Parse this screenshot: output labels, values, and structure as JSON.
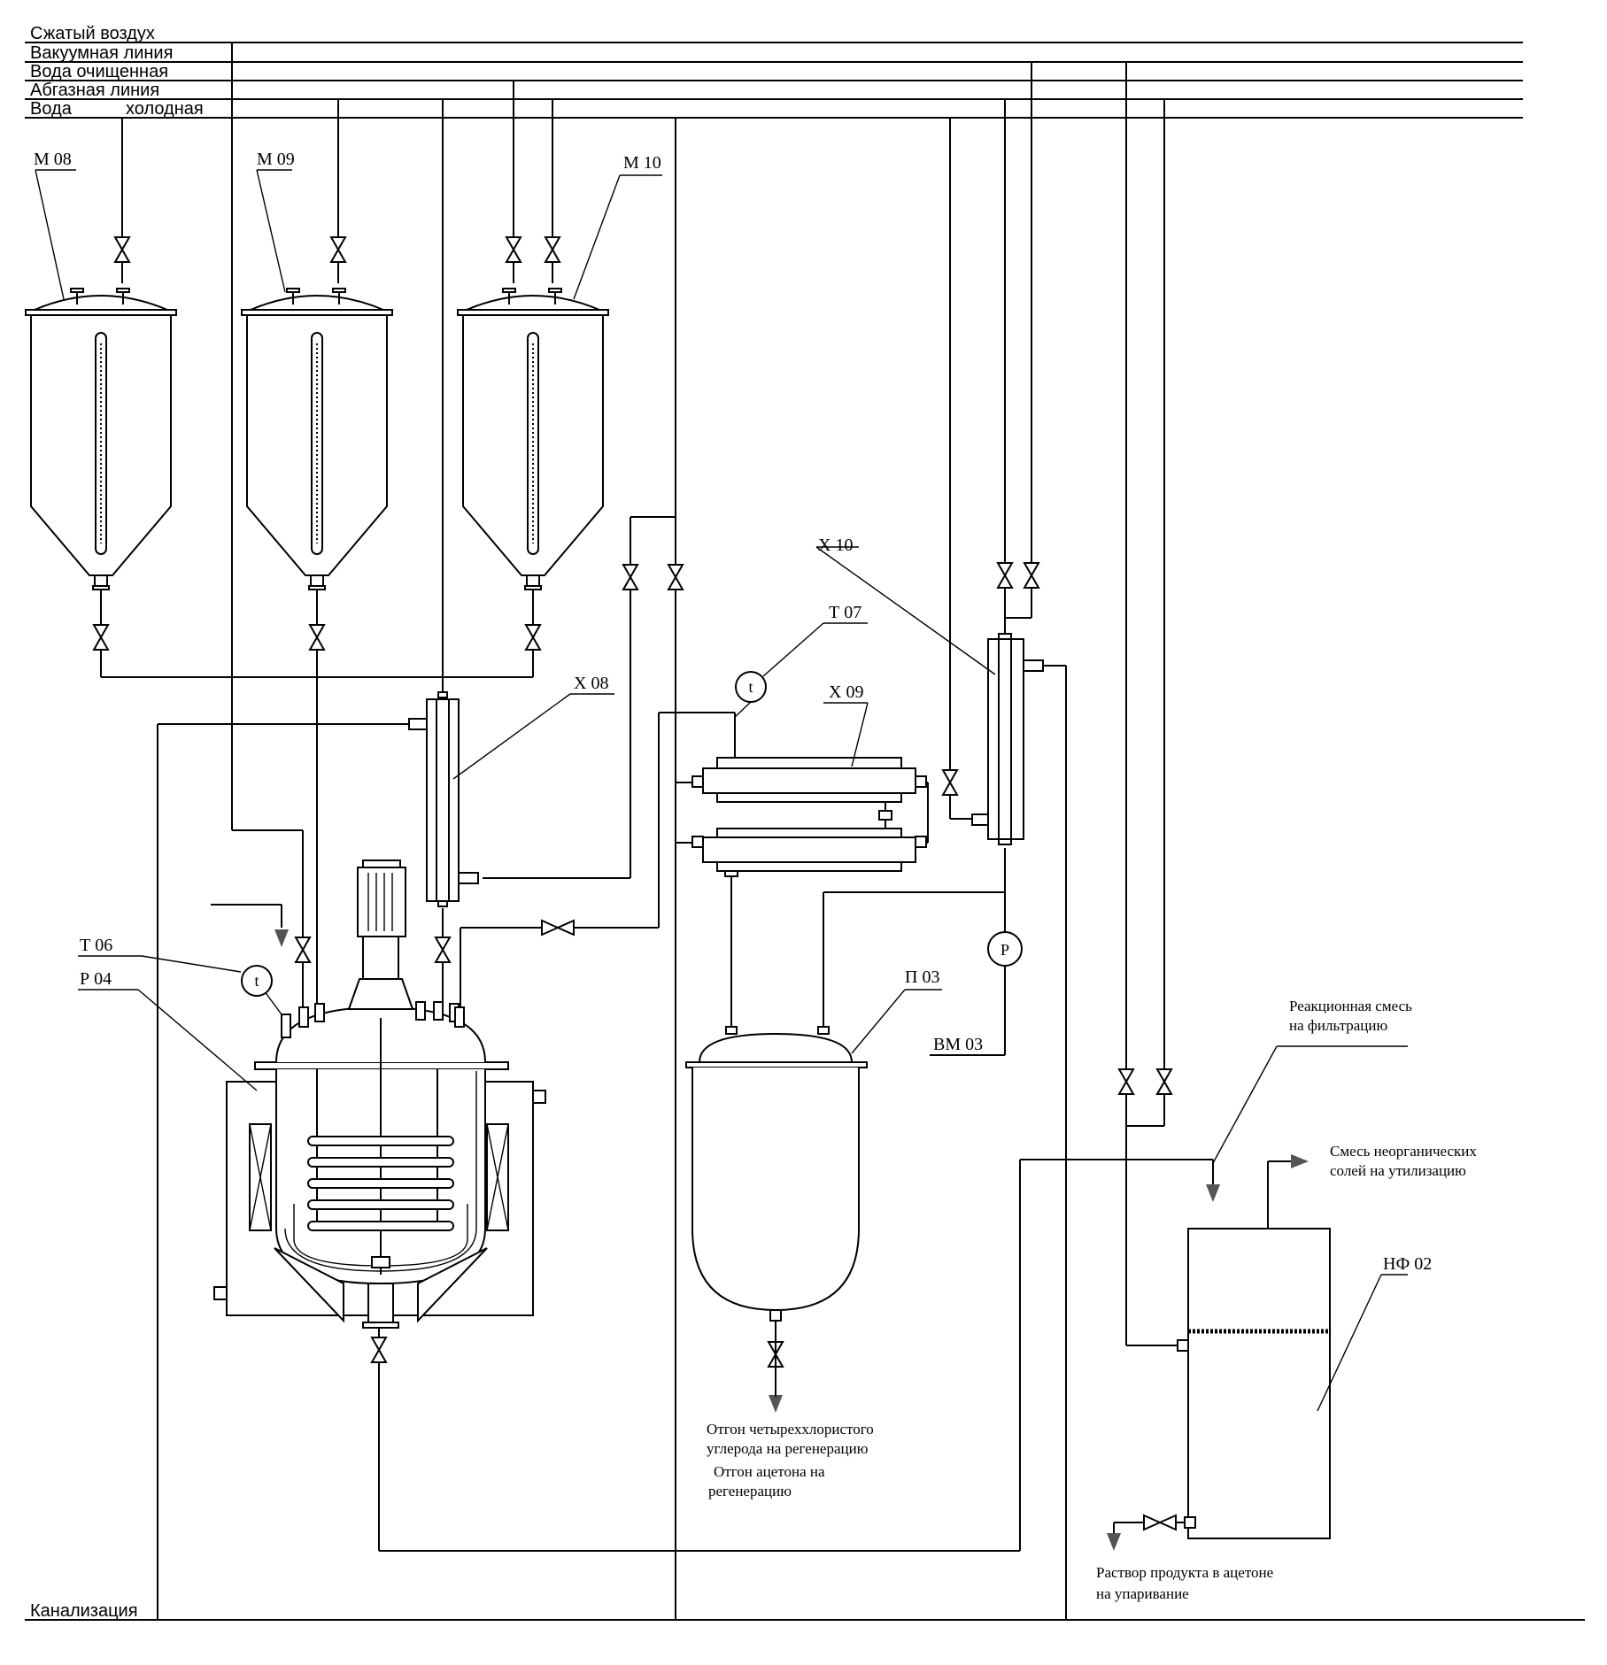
{
  "utility_lines": [
    "Сжатый воздух",
    "Вакуумная линия",
    "Вода очищенная",
    "Абгазная линия",
    "Вода",
    "холодная"
  ],
  "sewer_line": "Канализация",
  "equipment": {
    "m08": "М 08",
    "m09": "М 09",
    "m10": "М 10",
    "x08": "Х 08",
    "x09": "Х 09",
    "x10": "Х 10",
    "t06": "Т 06",
    "t07": "Т 07",
    "p04": "Р 04",
    "p03": "П 03",
    "bm03": "ВМ 03",
    "nf02": "НФ 02"
  },
  "instrument_symbols": {
    "temperature": "t",
    "pressure": "P"
  },
  "flow_notes": {
    "reaction_mix_1": "Реакционная смесь",
    "reaction_mix_2": "на фильтрацию",
    "salts_1": "Смесь неорганических",
    "salts_2": "солей на утилизацию",
    "ccl4_1": "Отгон четыреххлористого",
    "ccl4_2": "углерода на регенерацию",
    "acetone_1": "Отгон ацетона на",
    "acetone_2": "регенерацию",
    "product_1": "Раствор продукта в ацетоне",
    "product_2": "на упаривание"
  }
}
